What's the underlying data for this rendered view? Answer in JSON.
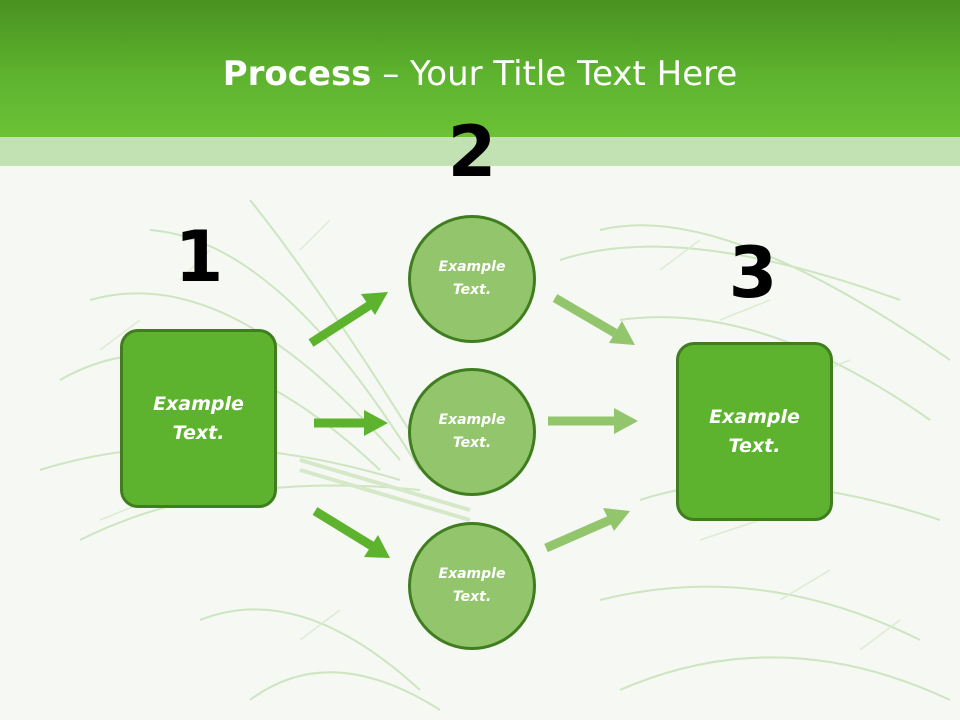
{
  "slide": {
    "title_bold": "Process",
    "title_rest": " – Your Title Text Here",
    "colors": {
      "header": "#5db32e",
      "box": "#5db32e",
      "circle": "#93c66c",
      "border": "#3f7d1f"
    },
    "background_image": "dill-herb"
  },
  "steps": {
    "one": {
      "number": "1",
      "box_text": "Example Text."
    },
    "two": {
      "number": "2",
      "circles": [
        {
          "text": "Example Text."
        },
        {
          "text": "Example Text."
        },
        {
          "text": "Example Text."
        }
      ]
    },
    "three": {
      "number": "3",
      "box_text": "Example Text."
    }
  }
}
